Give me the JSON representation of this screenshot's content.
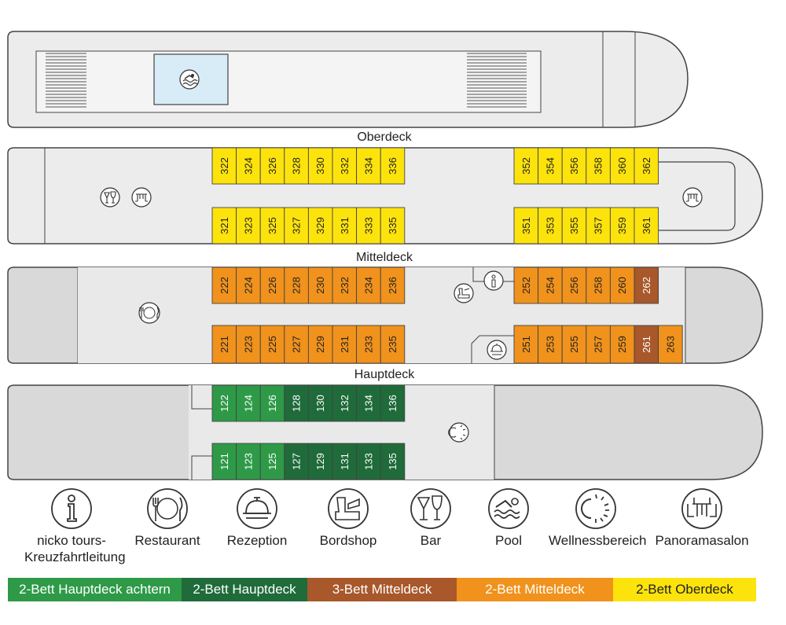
{
  "decks": {
    "oberdeck": "Oberdeck",
    "mitteldeck": "Mitteldeck",
    "hauptdeck": "Hauptdeck"
  },
  "colors": {
    "hull": "#ececec",
    "hull_dark": "#d9d9d9",
    "outline": "#444444",
    "pool": "#d7ecf7",
    "oberdeck": "#fde30c",
    "mitteldeck": "#f0921c",
    "mitteldeck_3bett": "#a8582a",
    "hauptdeck": "#1f6b3a",
    "hauptdeck_achtern": "#2e9a48"
  },
  "cabins": {
    "mitteldeck_top": [
      "322",
      "324",
      "326",
      "328",
      "330",
      "332",
      "334",
      "336",
      "352",
      "354",
      "356",
      "358",
      "360",
      "362"
    ],
    "mitteldeck_bottom": [
      "321",
      "323",
      "325",
      "327",
      "329",
      "331",
      "333",
      "335",
      "351",
      "353",
      "355",
      "357",
      "359",
      "361"
    ],
    "hauptdeck_top": [
      "222",
      "224",
      "226",
      "228",
      "230",
      "232",
      "234",
      "236",
      "252",
      "254",
      "256",
      "258",
      "260",
      "262"
    ],
    "hauptdeck_bottom": [
      "221",
      "223",
      "225",
      "227",
      "229",
      "231",
      "233",
      "235",
      "251",
      "253",
      "255",
      "257",
      "259",
      "261",
      "263"
    ],
    "unterdeck_top": [
      "122",
      "124",
      "126",
      "128",
      "130",
      "132",
      "134",
      "136"
    ],
    "unterdeck_bottom": [
      "121",
      "123",
      "125",
      "127",
      "129",
      "131",
      "133",
      "135"
    ]
  },
  "legend": [
    {
      "icon": "info-icon",
      "label": "nicko tours-\nKreuzfahrtleitung"
    },
    {
      "icon": "restaurant-icon",
      "label": "Restaurant"
    },
    {
      "icon": "reception-bell-icon",
      "label": "Rezeption"
    },
    {
      "icon": "cash-register-icon",
      "label": "Bordshop"
    },
    {
      "icon": "bar-glasses-icon",
      "label": "Bar"
    },
    {
      "icon": "pool-swimmer-icon",
      "label": "Pool"
    },
    {
      "icon": "wellness-sun-icon",
      "label": "Wellnessbereich"
    },
    {
      "icon": "panorama-table-icon",
      "label": "Panoramasalon"
    }
  ],
  "key": [
    {
      "label": "2-Bett Hauptdeck achtern",
      "color": "#2e9a48"
    },
    {
      "label": "2-Bett Hauptdeck",
      "color": "#1f6b3a"
    },
    {
      "label": "3-Bett Mitteldeck",
      "color": "#a8582a"
    },
    {
      "label": "2-Bett Mitteldeck",
      "color": "#f0921c"
    },
    {
      "label": "2-Bett Oberdeck",
      "color": "#fde30c"
    }
  ]
}
